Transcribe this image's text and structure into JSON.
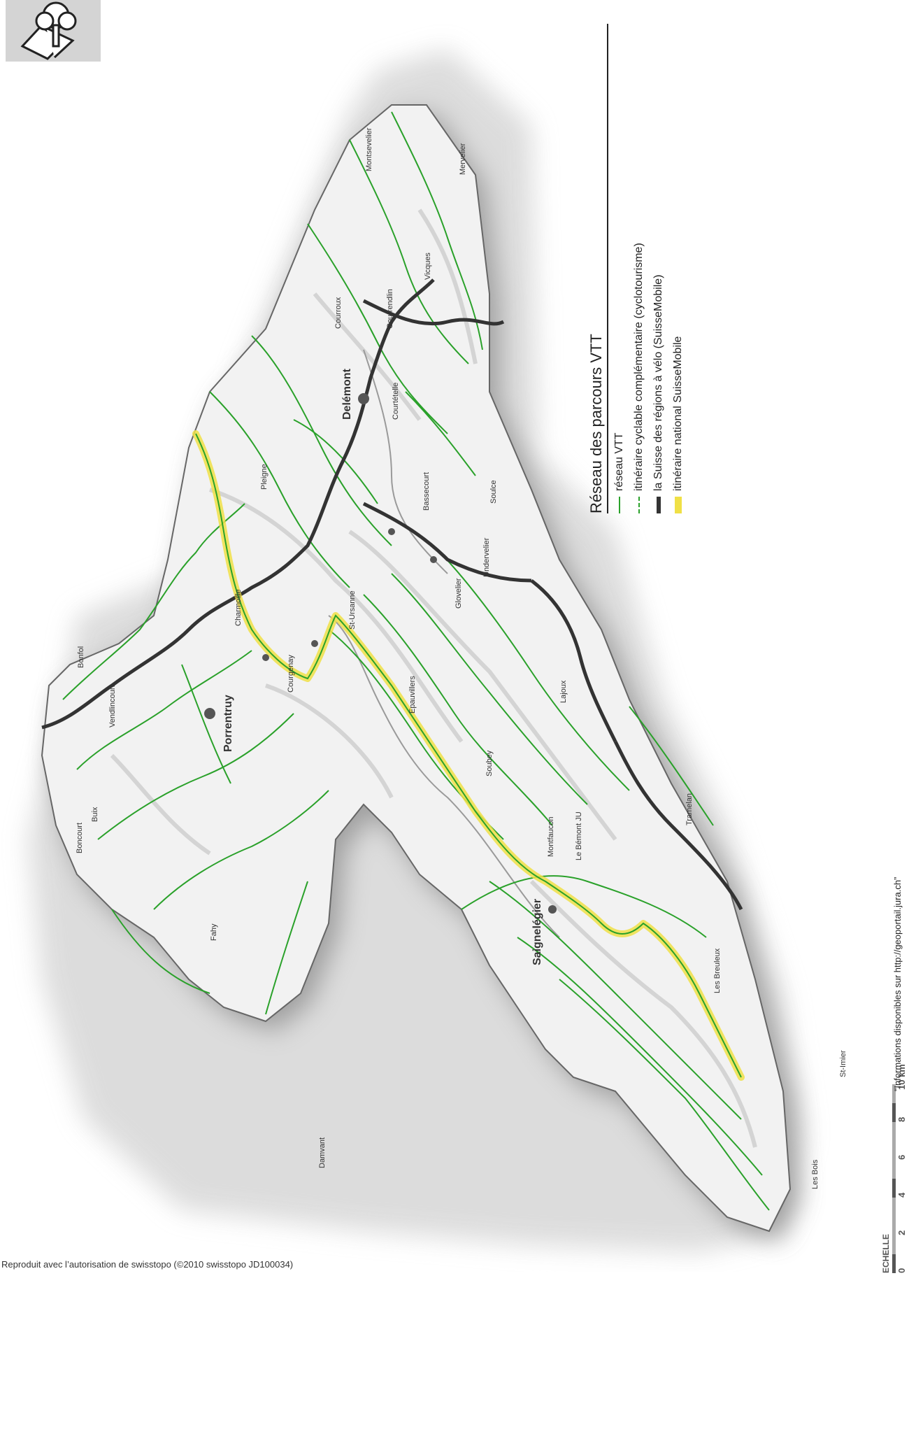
{
  "legend": {
    "title": "Réseau des parcours VTT",
    "items": [
      {
        "label": "réseau VTT",
        "color": "#2aa12a",
        "style": "solid"
      },
      {
        "label": "itinéraire cyclable complémentaire (cyclotourisme)",
        "color": "#2aa12a",
        "style": "dashed"
      },
      {
        "label": "la Suisse  des régions à vélo (SuisseMobile)",
        "color": "#333333",
        "style": "thick"
      },
      {
        "label": "itinéraire national SuisseMobile",
        "color": "#f0e046",
        "style": "highlight"
      }
    ]
  },
  "credit": "Reproduit avec l’autorisation de swisstopo (©2010 swisstopo JD100034)",
  "info": "“Informations disponibles sur http://geoportail.jura.ch”",
  "scale": {
    "label": "ECHELLE",
    "ticks": [
      "0",
      "2",
      "4",
      "6",
      "8",
      "10 km"
    ]
  },
  "places": {
    "delemont": "Delémont",
    "porrentruy": "Porrentruy",
    "saignelegier": "Saignelégier",
    "courroux": "Courroux",
    "courrendlin": "Courrendlin",
    "courtetelle": "Courtételle",
    "bassecourt": "Bassecourt",
    "st_ursanne": "St-Ursanne",
    "courgenay": "Courgenay",
    "le_bemont": "Le Bémont JU",
    "les_breuleux": "Les Breuleux",
    "les_bois": "Les Bois",
    "boncourt": "Boncourt",
    "buix": "Buix",
    "fahy": "Fahy",
    "vicques": "Vicques",
    "mervelier": "Mervelier",
    "montsevelier": "Montsevelier",
    "undervelier": "Undervelier",
    "lajoux": "Lajoux",
    "montfaucon": "Montfaucon",
    "damvant": "Damvant",
    "vendlincourt": "Vendlincourt",
    "bonfol": "Bonfol",
    "pleigne": "Pleigne",
    "charmoille": "Charmoille",
    "soubey": "Soubey",
    "epauvillers": "Epauvillers",
    "glovelier": "Glovelier",
    "soulce": "Soulce",
    "tramelan": "Tramelan",
    "st_imier": "St-Imier"
  },
  "colors": {
    "map_shadow": "#bdbdbd",
    "map_fill": "#f2f2f2",
    "vtt": "#2aa12a",
    "swissmobile_regional": "#333333",
    "swissmobile_national": "#f0e046"
  }
}
